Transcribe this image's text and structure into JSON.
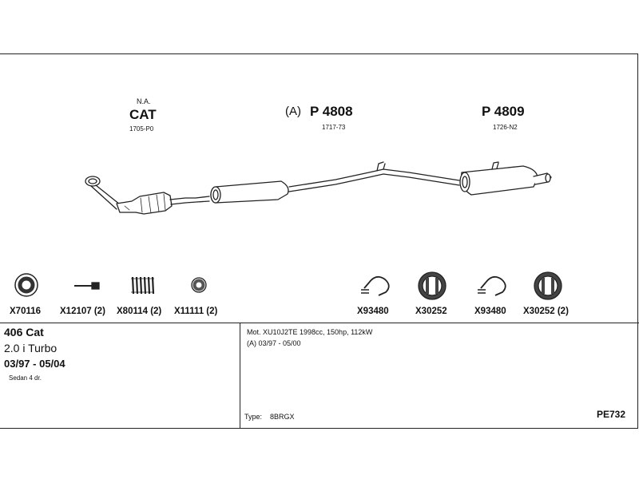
{
  "diagram": {
    "sections": [
      {
        "prefix": "N.A.",
        "code": "CAT",
        "ref": "1705-P0"
      },
      {
        "prefix": "(A)",
        "code": "P 4808",
        "ref": "1717-73"
      },
      {
        "prefix": "",
        "code": "P 4809",
        "ref": "1726-N2"
      }
    ]
  },
  "parts": [
    {
      "label": "X70116",
      "icon": "gasket-ring-icon"
    },
    {
      "label": "X12107 (2)",
      "icon": "bolt-icon"
    },
    {
      "label": "X80114 (2)",
      "icon": "spring-icon"
    },
    {
      "label": "X11111 (2)",
      "icon": "small-ring-icon"
    },
    {
      "label": "X93480",
      "icon": "clamp-icon"
    },
    {
      "label": "X30252",
      "icon": "rubber-mount-icon"
    },
    {
      "label": "X93480",
      "icon": "clamp-icon"
    },
    {
      "label": "X30252 (2)",
      "icon": "rubber-mount-icon"
    }
  ],
  "vehicle": {
    "model": "406 Cat",
    "engine": "2.0 i Turbo",
    "dates": "03/97 - 05/04",
    "body": "Sedan 4 dr."
  },
  "info": {
    "motor": "Mot. XU10J2TE 1998cc, 150hp, 112kW",
    "range": "(A) 03/97 - 05/00",
    "type_label": "Type:",
    "type_value": "8BRGX",
    "code": "PE732"
  }
}
